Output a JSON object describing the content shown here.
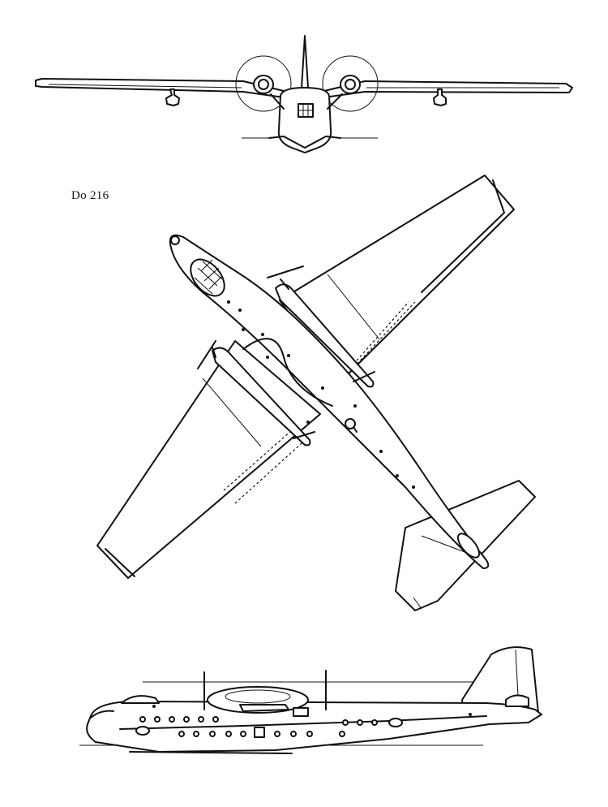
{
  "title": "Do 216",
  "views": {
    "front": "front-view",
    "top": "top-view",
    "side": "side-view"
  },
  "colors": {
    "ink": "#111111",
    "paper": "#ffffff"
  }
}
